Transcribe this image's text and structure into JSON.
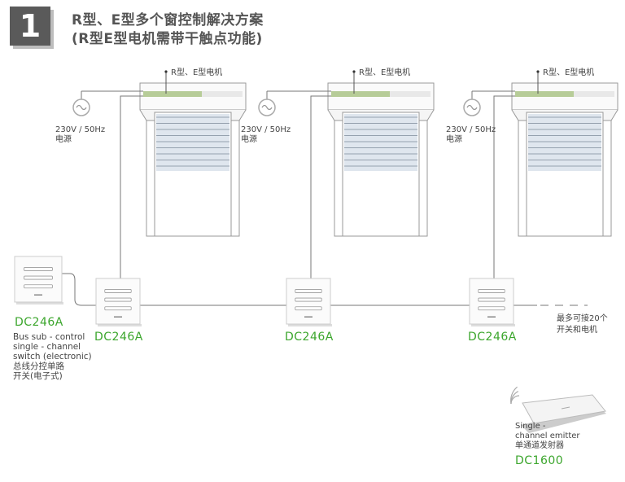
{
  "header": {
    "number": "1",
    "title_line1": "R型、E型多个窗控制解决方案",
    "title_line2": "(R型E型电机需带干触点功能)"
  },
  "units": [
    {
      "motor_label": "R型、E型电机",
      "power_label": "230V / 50Hz",
      "power_label2": "电源",
      "switch_model": "DC246A"
    },
    {
      "motor_label": "R型、E型电机",
      "power_label": "230V / 50Hz",
      "power_label2": "电源",
      "switch_model": "DC246A"
    },
    {
      "motor_label": "R型、E型电机",
      "power_label": "230V / 50Hz",
      "power_label2": "电源",
      "switch_model": "DC246A"
    }
  ],
  "main_switch": {
    "model": "DC246A",
    "desc": [
      "Bus sub - control",
      "single - channel",
      "switch (electronic)",
      "总线分控单路",
      "开关(电子式)"
    ]
  },
  "extension_note": [
    "最多可接20个",
    "开关和电机"
  ],
  "emitter": {
    "desc": [
      "Single -",
      "channel emitter",
      "单通道发射器"
    ],
    "model": "DC1600"
  },
  "colors": {
    "accent": "#3ca62d",
    "badge": "#5a5a5a",
    "motor_bar": "#b7cc98"
  }
}
